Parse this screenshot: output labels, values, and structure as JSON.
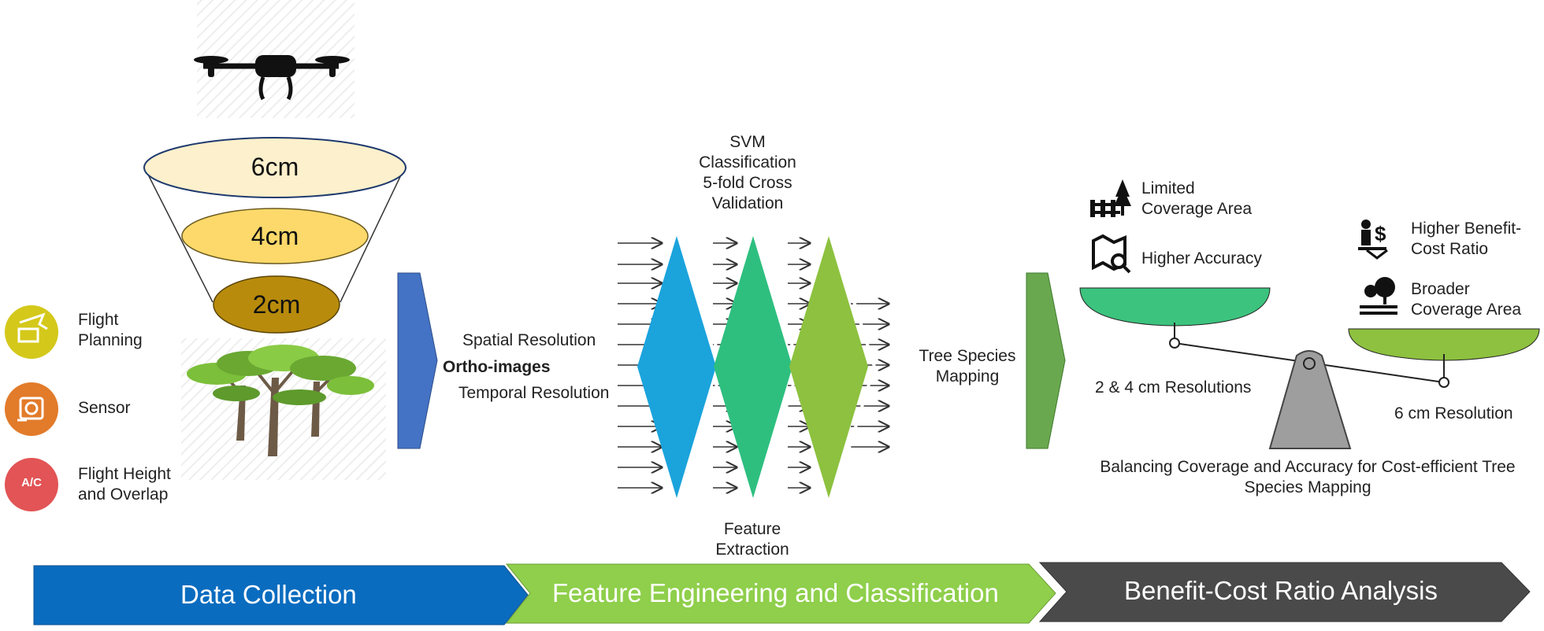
{
  "cone_levels": [
    {
      "label": "6cm",
      "color": "#fdf0cc"
    },
    {
      "label": "4cm",
      "color": "#fcd96a"
    },
    {
      "label": "2cm",
      "color": "#b88b0c"
    }
  ],
  "legend": [
    {
      "label": "Flight\nPlanning",
      "icon": "airplane-plan-icon",
      "color": "#d4c81a"
    },
    {
      "label": "Sensor",
      "icon": "camera-sensor-icon",
      "color": "#e27b2a"
    },
    {
      "label": "Flight Height\nand Overlap",
      "icon": "altitude-icon",
      "icon_text": "A/C",
      "color": "#e25455"
    }
  ],
  "inputs": {
    "spatial": "Spatial Resolution",
    "ortho": "Ortho-images",
    "temporal": "Temporal Resolution"
  },
  "classification": {
    "top_label": "SVM\nClassification\n5-fold Cross\nValidation",
    "bottom_label": "Feature\nExtraction",
    "prism_colors": [
      "#1ba3dc",
      "#2ebf7f",
      "#8dc13f"
    ]
  },
  "output": {
    "label": "Tree Species\nMapping"
  },
  "balance": {
    "left_items": [
      {
        "label": "Limited\nCoverage Area",
        "icon": "fence-tree-icon"
      },
      {
        "label": "Higher Accuracy",
        "icon": "map-search-icon"
      }
    ],
    "right_items": [
      {
        "label": "Higher Benefit-\nCost Ratio",
        "icon": "person-dollar-icon"
      },
      {
        "label": "Broader\nCoverage Area",
        "icon": "forest-icon"
      }
    ],
    "left_caption": "2  & 4 cm Resolutions",
    "right_caption": "6 cm Resolution",
    "summary": "Balancing Coverage and Accuracy for Cost-efficient Tree\nSpecies Mapping",
    "left_pan_color": "#3cc37e",
    "right_pan_color": "#8dc13f",
    "fulcrum_color": "#9e9e9e"
  },
  "banners": [
    {
      "label": "Data Collection",
      "color": "#0a6cbf"
    },
    {
      "label": "Feature Engineering and Classification",
      "color": "#8fcf4b"
    },
    {
      "label": "Benefit-Cost Ratio Analysis",
      "color": "#4a4a4a"
    }
  ],
  "colors": {
    "blue_arrow": "#4472c4",
    "green_arrow": "#6aa84f"
  }
}
